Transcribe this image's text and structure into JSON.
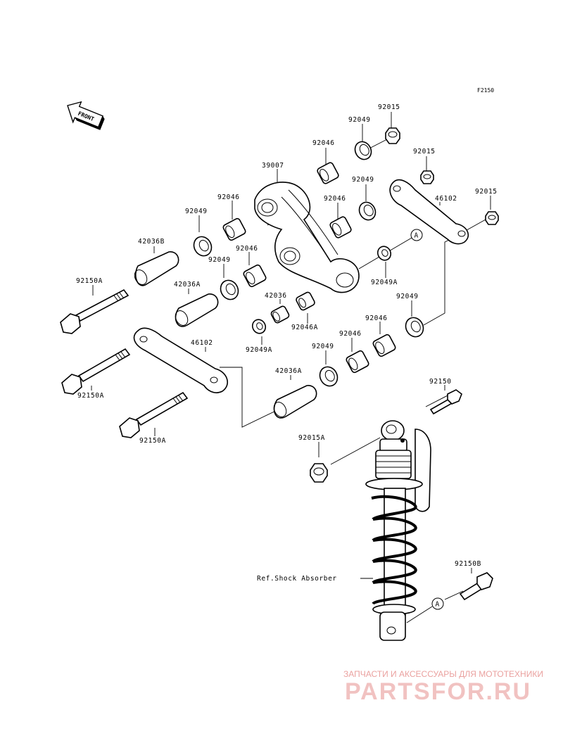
{
  "diagram_code": "F2150",
  "front_label": "FRONT",
  "labels": {
    "l_92015_a": "92015",
    "l_92049_a": "92049",
    "l_92046_a": "92046",
    "l_92015_b": "92015",
    "l_39007": "39007",
    "l_92049_b": "92049",
    "l_92015_c": "92015",
    "l_46102_a": "46102",
    "l_92046_b": "92046",
    "l_92046_c": "92046",
    "l_92049_c": "92049",
    "l_42036B": "42036B",
    "l_92046_d": "92046",
    "l_92049_d": "92049",
    "l_92150A_a": "92150A",
    "l_42036A_a": "42036A",
    "l_92049A_a": "92049A",
    "l_42036": "42036",
    "l_92049_e": "92049",
    "l_92046A": "92046A",
    "l_92046_e": "92046",
    "l_92049A_b": "92049A",
    "l_46102_b": "46102",
    "l_92046_f": "92046",
    "l_92049_f": "92049",
    "l_42036A_b": "42036A",
    "l_92150A_b": "92150A",
    "l_92150": "92150",
    "l_92150A_c": "92150A",
    "l_92015A": "92015A",
    "l_92150B": "92150B",
    "l_ref_shock": "Ref.Shock Absorber"
  },
  "ref_markers": {
    "top": "A",
    "bottom": "A"
  },
  "watermark": {
    "tagline": "ЗАПЧАСТИ И АКСЕССУАРЫ ДЛЯ МОТОТЕХНИКИ",
    "brand": "PARTSFOR.RU"
  }
}
